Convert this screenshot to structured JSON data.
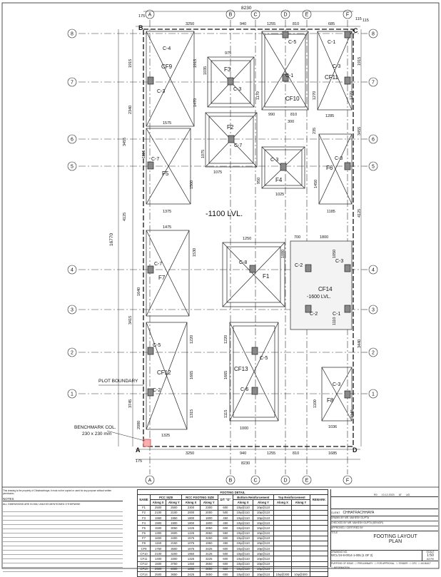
{
  "plan": {
    "level_label": "-1100 LVL.",
    "overall_width": "8230",
    "overall_height": "16770",
    "top_dims": [
      "175",
      "3250",
      "940",
      "1255",
      "810",
      "685",
      "115"
    ],
    "bottom_dims": [
      "175",
      "3250",
      "940",
      "1255",
      "810",
      "1685"
    ],
    "bottom_total": "8230",
    "left_dims": [
      "1915",
      "2340",
      "3455",
      "4125",
      "3415",
      "3745",
      "2080"
    ],
    "right_dims": [
      "115",
      "1915",
      "1270",
      "3455",
      "235",
      "4125",
      "3440",
      "1145"
    ],
    "col_grid_labels": [
      "A",
      "B",
      "C",
      "D",
      "E",
      "F"
    ],
    "row_grid_labels": [
      "8",
      "7",
      "6",
      "5",
      "4",
      "3",
      "2",
      "1"
    ],
    "corner_labels": {
      "top_left": "B",
      "top_right": "C",
      "bottom_left": "A",
      "bottom_right": "D"
    },
    "plot_boundary_label": "PLOT BOUNDARY",
    "benchmark_label": "BENCHMARK COL.",
    "benchmark_size": "230 x 230 mm",
    "cf14_level": "-1600 LVL."
  },
  "footings": [
    {
      "name": "CF9",
      "col1": "C-4",
      "col2": "C-3"
    },
    {
      "name": "F3",
      "col1": "C-3"
    },
    {
      "name": "CF10",
      "col1": "C-5",
      "col2": "C-1"
    },
    {
      "name": "CF11",
      "col1": "C-1",
      "col2": "C-3"
    },
    {
      "name": "F2",
      "col1": "C-7"
    },
    {
      "name": "F5",
      "col1": "C-7"
    },
    {
      "name": "F4",
      "col1": "C-3"
    },
    {
      "name": "F6",
      "col1": "C-3"
    },
    {
      "name": "F7",
      "col1": "C-7"
    },
    {
      "name": "F1",
      "col1": "C-8"
    },
    {
      "name": "CF14",
      "col1": "C-2",
      "col2": "C-3",
      "col3": "C-2",
      "col4": "C-1"
    },
    {
      "name": "CF12",
      "col1": "C-5",
      "col2": "C-2"
    },
    {
      "name": "CF13",
      "col1": "C-5",
      "col2": "C-6"
    },
    {
      "name": "F8",
      "col1": "C-3"
    }
  ],
  "footing_dims": {
    "f3_w": "975",
    "f3_h": "1035",
    "cf9_w": "1575",
    "cf9_h1": "1915",
    "cf9_h2": "1470",
    "cf10_w": "990",
    "cf10_w2": "810",
    "cf10_h": "1170",
    "cf10_300": "300",
    "cf11_w": "1285",
    "cf11_h": "1270",
    "f2_w": "1075",
    "f2_h": "1075",
    "f5_w": "1375",
    "f5_h1": "1115",
    "f5_h2": "1500",
    "f4_w": "1025",
    "f4_h": "950",
    "f6_w": "1185",
    "f6_h": "1450",
    "f7_w": "1475",
    "f7_h1": "1530",
    "f7_h2": "1640",
    "f1_w": "1250",
    "f1_h": "1080",
    "cf14_w1": "700",
    "cf14_w2": "1800",
    "cf14_h1": "1050",
    "cf14_h2": "1110",
    "cf12_h1": "1220",
    "cf12_h2": "1665",
    "cf12_h3": "1315",
    "cf12_w": "1325",
    "cf13_h1": "1220",
    "cf13_h2": "1665",
    "cf13_h3": "1115",
    "cf13_w": "1000",
    "f8_w": "1036",
    "f8_h": "1100"
  },
  "notes": {
    "disclaimer": "This drawing is the property of Chhatrachhaya; it must not be copied or used for any purpose without written permission.",
    "title": "NOTES",
    "line1": "ALL DIMENSIONS ARE IN MM, UNLESS MENTIONED OTHERWISE"
  },
  "footing_detail": {
    "title": "FOOTING DETAIL",
    "headers": [
      "NAME",
      "PCC SIZE",
      "RCC FOOTING SIZE",
      "D/T \"D\"",
      "Bottom Reinforcement",
      "Top Reinforcement",
      "REMARK"
    ],
    "subheaders": [
      "Along X",
      "Along Y",
      "Along X",
      "Along Y",
      "Along X",
      "Along Y"
    ],
    "rows": [
      [
        "F1",
        "2500",
        "2500",
        "2300",
        "2300",
        "600",
        "10φ@110",
        "10φ@110"
      ],
      [
        "F2",
        "2100",
        "2100",
        "2000",
        "2000",
        "500",
        "10φ@110",
        "10φ@110"
      ],
      [
        "F3",
        "1950",
        "1950",
        "1800",
        "1800",
        "450",
        "10φ@110",
        "10φ@110"
      ],
      [
        "F4",
        "1900",
        "1900",
        "1800",
        "1800",
        "450",
        "10φ@110",
        "10φ@110"
      ],
      [
        "F5",
        "1500",
        "3050",
        "1425",
        "2850",
        "600",
        "10φ@110",
        "10φ@110"
      ],
      [
        "F6",
        "1300",
        "2600",
        "1225",
        "2650",
        "550",
        "10φ@110",
        "10φ@110"
      ],
      [
        "F7",
        "1600",
        "3400",
        "1575",
        "3250",
        "600",
        "10φ@110",
        "10φ@110"
      ],
      [
        "F8",
        "1150",
        "2150",
        "1075",
        "1950",
        "450",
        "10φ@110",
        "10φ@110"
      ],
      [
        "CF9",
        "1750",
        "3500",
        "1675",
        "3425",
        "600",
        "10φ@110",
        "10φ@110"
      ],
      [
        "CF10",
        "2100",
        "3200",
        "1950",
        "3125",
        "500",
        "10φ@110",
        "10φ@110"
      ],
      [
        "CF11",
        "1400",
        "3300",
        "1325",
        "3225",
        "600",
        "10φ@110",
        "10φ@110"
      ],
      [
        "CF12",
        "1500",
        "3750",
        "1450",
        "3650",
        "600",
        "10φ@110",
        "10φ@110"
      ],
      [
        "CF13",
        "2500",
        "4000",
        "1850",
        "3850",
        "600",
        "10φ@110",
        "10φ@110"
      ],
      [
        "CF14",
        "2500",
        "3650",
        "2425",
        "3650",
        "650",
        "10φ@110",
        "10φ@110",
        "10φ@300",
        "10φ@300"
      ]
    ]
  },
  "title_block": {
    "client_label": "CLIENT",
    "client": "CHHATRACHHAYA",
    "drawn_label": "DRAWN BY",
    "drawn": "MR. MAHESH GUPTA",
    "checked_label": "CHECKED BY",
    "checked": "MR. MAHESH GUPTA (SENIOR)",
    "approved_label": "APPROVED / CERTIFIED BY",
    "title_label": "TITLE",
    "title_line1": "FOOTING LAYOUT",
    "title_line2": "PLAN",
    "dwg_no_label": "DRAWING NO.",
    "dwg_no": "WCL/24-8-0014-1-005",
    "sheet": "(1 OF 2)",
    "scale_label": "SCALE",
    "scale": "1:50",
    "size": "A3",
    "rev": "R0",
    "rev_date": "13.12.2023",
    "rev_by": "AT",
    "rev_chk": "UG",
    "purpose_label": "PURPOSE OF ISSUE",
    "purposes": [
      "PRELIMINARY",
      "FOR APPROVAL",
      "TENDER",
      "GFC",
      "AS-BUILT",
      "INFORMATION"
    ]
  }
}
